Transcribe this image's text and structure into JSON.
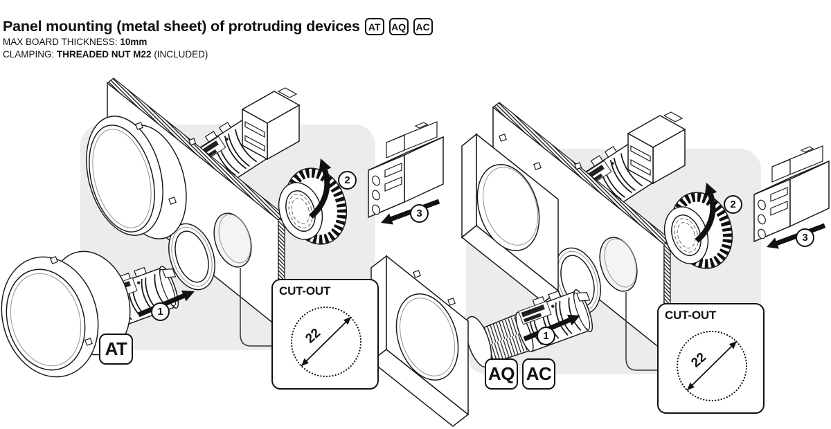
{
  "header": {
    "title": "Panel mounting (metal sheet) of protruding devices",
    "badges": [
      "AT",
      "AQ",
      "AC"
    ],
    "specs": [
      {
        "label": "MAX BOARD THICKNESS:",
        "value": "10mm",
        "suffix": ""
      },
      {
        "label": "CLAMPING:",
        "value": "THREADED NUT M22",
        "suffix": "(INCLUDED)"
      }
    ]
  },
  "diagram_left": {
    "device_badge": "AT",
    "step_numbers": [
      "1",
      "2",
      "3"
    ],
    "cutout_title": "CUT-OUT",
    "cutout_diameter": "22"
  },
  "diagram_right": {
    "device_badges": [
      "AQ",
      "AC"
    ],
    "step_numbers": [
      "1",
      "2",
      "3"
    ],
    "cutout_title": "CUT-OUT",
    "cutout_diameter": "22"
  },
  "colors": {
    "line": "#1a1a1a",
    "panel_background": "#ececec",
    "paper": "#ffffff"
  }
}
